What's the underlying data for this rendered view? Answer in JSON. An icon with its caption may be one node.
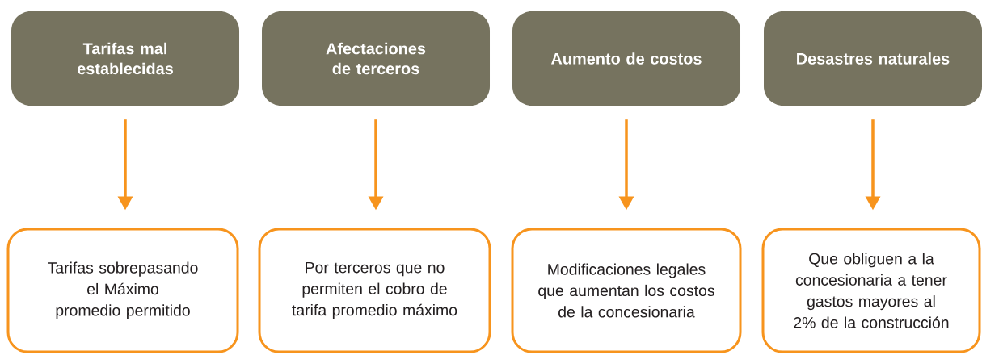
{
  "diagram": {
    "nodes": [
      {
        "text": [
          "Tarifas mal establecidas"
        ]
      },
      {
        "text": [
          "Afectaciones de terceros"
        ]
      },
      {
        "text": [
          "Aumento de costos"
        ]
      },
      {
        "text": [
          "Desastres naturales"
        ]
      },
      {
        "text": [
          "Tarifas sobrepasando el Máximo promedio permitido"
        ]
      },
      {
        "text": [
          "Por terceros que no permiten el cobro de tarifa promedio máximo"
        ]
      },
      {
        "text": [
          "Modificaciones legales que aumentan los costos de la concesionaria"
        ]
      },
      {
        "text": [
          "Que obliguen a la concesionaria a tener gastos mayores al 2% de la construcción"
        ]
      }
    ],
    "edges": [
      {
        "from": 0,
        "to": 4,
        "arrow": "to"
      },
      {
        "from": 1,
        "to": 5,
        "arrow": "to"
      },
      {
        "from": 2,
        "to": 6,
        "arrow": "to"
      },
      {
        "from": 3,
        "to": 7,
        "arrow": "to"
      }
    ]
  }
}
